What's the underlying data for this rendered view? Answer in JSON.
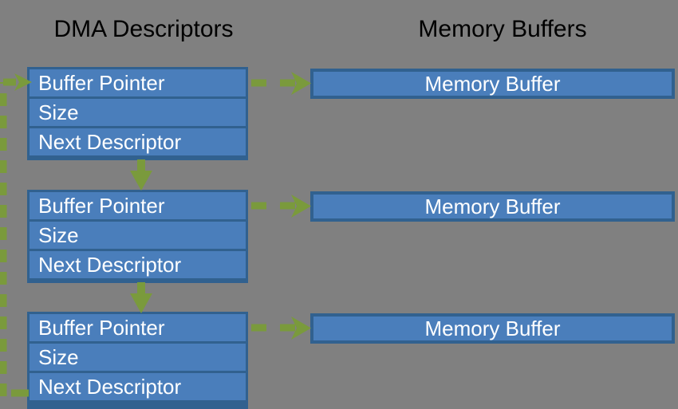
{
  "diagram": {
    "background_color": "#808080",
    "accent_color": "#7a9a3c",
    "box_fill_color": "#4a7ebb",
    "box_border_color": "#31618f",
    "text_color": "#ffffff",
    "heading_color": "#000000",
    "columns": {
      "left_title": "DMA Descriptors",
      "right_title": "Memory Buffers"
    },
    "descriptors": [
      {
        "id": "descriptor-1",
        "fields": [
          {
            "name": "buffer-pointer",
            "label": "Buffer Pointer"
          },
          {
            "name": "size",
            "label": "Size"
          },
          {
            "name": "next-descriptor",
            "label": "Next Descriptor"
          }
        ]
      },
      {
        "id": "descriptor-2",
        "fields": [
          {
            "name": "buffer-pointer",
            "label": "Buffer Pointer"
          },
          {
            "name": "size",
            "label": "Size"
          },
          {
            "name": "next-descriptor",
            "label": "Next Descriptor"
          }
        ]
      },
      {
        "id": "descriptor-3",
        "fields": [
          {
            "name": "buffer-pointer",
            "label": "Buffer Pointer"
          },
          {
            "name": "size",
            "label": "Size"
          },
          {
            "name": "next-descriptor",
            "label": "Next Descriptor"
          }
        ]
      }
    ],
    "memory_buffers": [
      {
        "id": "memory-buffer-1",
        "label": "Memory Buffer"
      },
      {
        "id": "memory-buffer-2",
        "label": "Memory Buffer"
      },
      {
        "id": "memory-buffer-3",
        "label": "Memory Buffer"
      }
    ],
    "connectors": [
      {
        "name": "buffer-pointer-arrow-1",
        "style": "dashed",
        "direction": "right"
      },
      {
        "name": "buffer-pointer-arrow-2",
        "style": "dashed",
        "direction": "right"
      },
      {
        "name": "buffer-pointer-arrow-3",
        "style": "dashed",
        "direction": "right"
      },
      {
        "name": "next-descriptor-arrow-1",
        "style": "solid",
        "direction": "down"
      },
      {
        "name": "next-descriptor-arrow-2",
        "style": "solid",
        "direction": "down"
      },
      {
        "name": "ring-wrap-arrow",
        "style": "dashed",
        "direction": "up-left-loop"
      }
    ]
  }
}
